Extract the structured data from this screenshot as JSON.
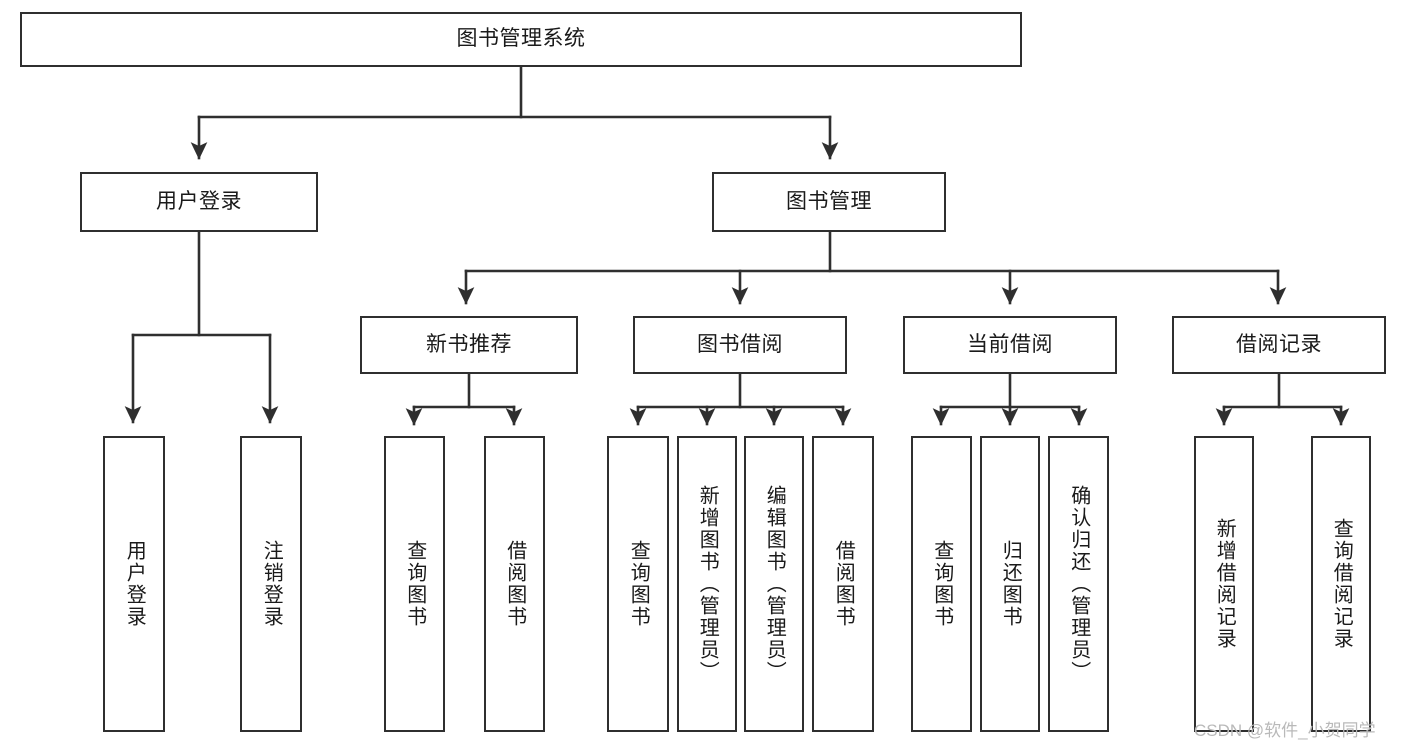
{
  "diagram": {
    "title": "图书管理系统",
    "type": "tree-hierarchy-diagram",
    "watermark": "CSDN @软件_小贺同学",
    "colors": {
      "box_border": "#2f2f2f",
      "box_fill": "#ffffff",
      "edge": "#2f2f2f",
      "text": "#1a1a1a",
      "watermark": "#b9b9b9",
      "background": "#ffffff"
    },
    "nodes": {
      "root": {
        "label": "图书管理系统"
      },
      "level2": [
        {
          "id": "user-login",
          "label": "用户登录"
        },
        {
          "id": "book-manage",
          "label": "图书管理"
        }
      ],
      "level3": [
        {
          "id": "new-book-recommend",
          "label": "新书推荐"
        },
        {
          "id": "book-borrow",
          "label": "图书借阅"
        },
        {
          "id": "current-borrow",
          "label": "当前借阅"
        },
        {
          "id": "borrow-record",
          "label": "借阅记录"
        }
      ],
      "leaves": {
        "user_login": [
          {
            "id": "leaf-user-login",
            "label": "用户登录"
          },
          {
            "id": "leaf-user-logout",
            "label": "注销登录"
          }
        ],
        "new_book_recommend": [
          {
            "id": "leaf-query-book-1",
            "label": "查询图书"
          },
          {
            "id": "leaf-borrow-book-1",
            "label": "借阅图书"
          }
        ],
        "book_borrow": [
          {
            "id": "leaf-query-book-2",
            "label": "查询图书"
          },
          {
            "id": "leaf-add-book",
            "label": "新增图书（管理员）"
          },
          {
            "id": "leaf-edit-book",
            "label": "编辑图书（管理员）"
          },
          {
            "id": "leaf-borrow-book-2",
            "label": "借阅图书"
          }
        ],
        "current_borrow": [
          {
            "id": "leaf-query-book-3",
            "label": "查询图书"
          },
          {
            "id": "leaf-return-book",
            "label": "归还图书"
          },
          {
            "id": "leaf-confirm-return",
            "label": "确认归还（管理员）"
          }
        ],
        "borrow_record": [
          {
            "id": "leaf-add-record",
            "label": "新增借阅记录"
          },
          {
            "id": "leaf-query-record",
            "label": "查询借阅记录"
          }
        ]
      }
    }
  }
}
